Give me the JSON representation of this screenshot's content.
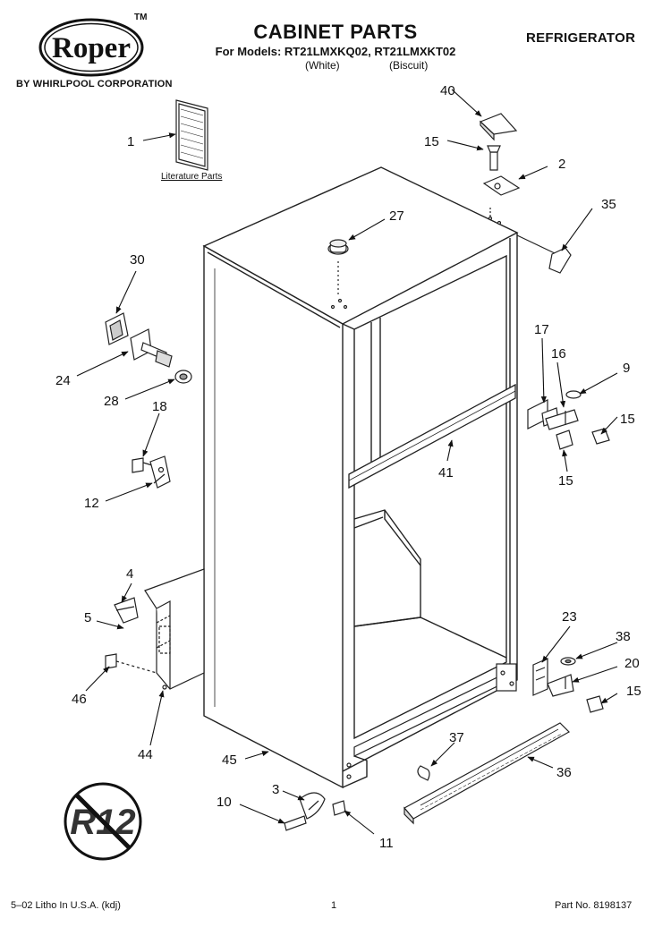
{
  "header": {
    "brand": "Roper",
    "trademark": "TM",
    "brand_subtitle": "BY WHIRLPOOL CORPORATION",
    "title": "CABINET PARTS",
    "models_line": "For Models: RT21LMXKQ02, RT21LMXKT02",
    "variant_white": "(White)",
    "variant_biscuit": "(Biscuit)",
    "category": "REFRIGERATOR"
  },
  "literature_label": "Literature Parts",
  "badge": {
    "text": "R12",
    "meaning": "no-R12 symbol"
  },
  "callouts": {
    "c1": "1",
    "c2": "2",
    "c3": "3",
    "c4": "4",
    "c5": "5",
    "c9": "9",
    "c10": "10",
    "c11": "11",
    "c12": "12",
    "c15a": "15",
    "c15b": "15",
    "c15c": "15",
    "c15d": "15",
    "c16": "16",
    "c17": "17",
    "c18": "18",
    "c20": "20",
    "c23": "23",
    "c24": "24",
    "c27": "27",
    "c28": "28",
    "c30": "30",
    "c35": "35",
    "c36": "36",
    "c37": "37",
    "c38": "38",
    "c40": "40",
    "c41": "41",
    "c44": "44",
    "c45": "45",
    "c46": "46"
  },
  "footer": {
    "left": "5–02 Litho In U.S.A. (kdj)",
    "page": "1",
    "part_no": "Part No. 8198137"
  }
}
